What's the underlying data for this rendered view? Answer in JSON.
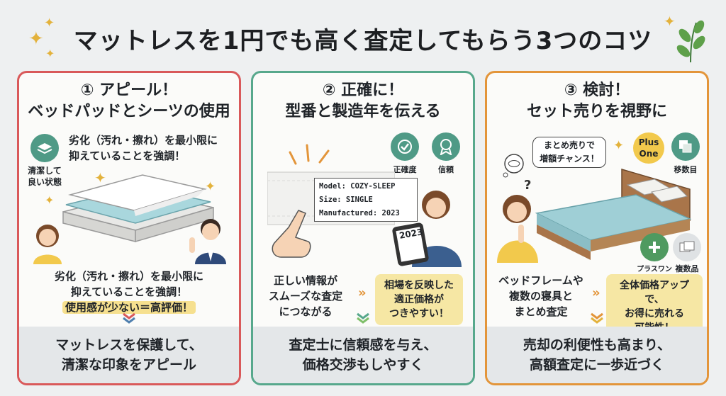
{
  "title": "マットレスを1円でも高く査定してもらう3つのコツ",
  "panels": [
    {
      "heading1": "① アピール！",
      "heading2": "ベッドパッドとシーツの使用",
      "top_text_1": "劣化（汚れ・擦れ）を最小限に",
      "top_text_2": "抑えていることを強調！",
      "icon_label_1": "清潔して",
      "icon_label_2": "良い状態",
      "mid_text_1": "劣化（汚れ・擦れ）を最小限に",
      "mid_text_2": "抑えていることを強調！",
      "mid_text_3": "使用感が少ない＝高評価！",
      "footer_1": "マットレスを保護して、",
      "footer_2": "清潔な印象をアピール"
    },
    {
      "heading1": "② 正確に！",
      "heading2": "型番と製造年を伝える",
      "badge_1": "正確度",
      "badge_2": "信頼",
      "label_line_1": "Model: COZY-SLEEP",
      "label_line_2": "Size: SINGLE",
      "label_line_3": "Manufactured: 2023",
      "tablet_year": "2023",
      "left_text_1": "正しい情報が",
      "left_text_2": "スムーズな査定",
      "left_text_3": "につながる",
      "right_text_1": "相場を反映した",
      "right_text_2": "適正価格が",
      "right_text_3": "つきやすい！",
      "footer_1": "査定士に信頼感を与え、",
      "footer_2": "価格交渉もしやすく"
    },
    {
      "heading1": "③ 検討！",
      "heading2": "セット売りを視野に",
      "bubble_1": "まとめ売りで",
      "bubble_2": "増額チャンス！",
      "plus_one_1": "Plus",
      "plus_one_2": "One",
      "badge_1": "移数目",
      "badge_2": "プラスワン",
      "badge_3": "複数品",
      "left_text_1": "ベッドフレームや",
      "left_text_2": "複数の寝具と",
      "left_text_3": "まとめ査定",
      "right_text_1": "全体価格アップで、",
      "right_text_2": "お得に売れる",
      "right_text_3": "可能性！",
      "footer_1": "売却の利便性も高まり、",
      "footer_2": "高額査定に一歩近づく"
    }
  ]
}
